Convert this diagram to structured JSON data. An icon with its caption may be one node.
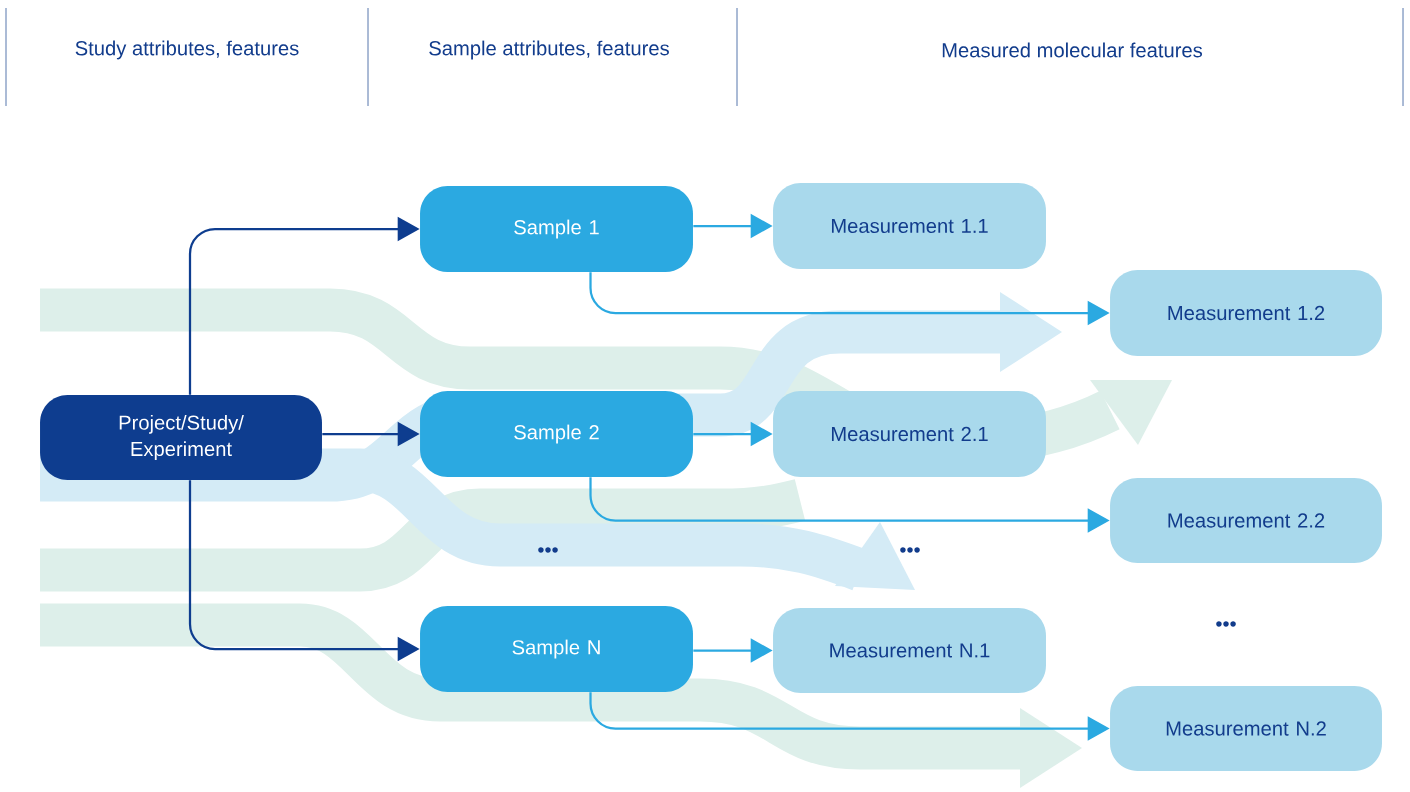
{
  "diagram": {
    "nodes": [
      {
        "text": [
          "Project/Study/ Experiment"
        ]
      },
      {
        "text": [
          "Sample 1"
        ]
      },
      {
        "text": [
          "Sample 2"
        ]
      },
      {
        "text": [
          "Sample N"
        ]
      },
      {
        "text": [
          "Measurement 1.1"
        ]
      },
      {
        "text": [
          "Measurement 1.2"
        ]
      },
      {
        "text": [
          "Measurement 2.1"
        ]
      },
      {
        "text": [
          "Measurement 2.2"
        ]
      },
      {
        "text": [
          "Measurement N.1"
        ]
      },
      {
        "text": [
          "Measurement N.2"
        ]
      }
    ],
    "edges": [
      {
        "from": 0,
        "to": 1,
        "arrow": "to",
        "color": "#0e3d8f"
      },
      {
        "from": 0,
        "to": 2,
        "arrow": "to",
        "color": "#0e3d8f"
      },
      {
        "from": 0,
        "to": 3,
        "arrow": "to",
        "color": "#0e3d8f"
      },
      {
        "from": 1,
        "to": 4,
        "arrow": "to"
      },
      {
        "from": 1,
        "to": 5,
        "arrow": "to"
      },
      {
        "from": 2,
        "to": 6,
        "arrow": "to"
      },
      {
        "from": 2,
        "to": 7,
        "arrow": "to"
      },
      {
        "from": 3,
        "to": 8,
        "arrow": "to"
      },
      {
        "from": 3,
        "to": 9,
        "arrow": "to"
      }
    ],
    "labels": [
      "Study attributes, features",
      "Sample attributes, features",
      "Measured molecular features",
      "•••",
      "•••",
      "•••"
    ]
  }
}
